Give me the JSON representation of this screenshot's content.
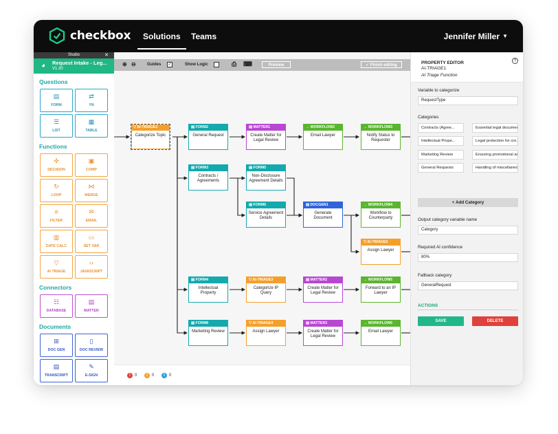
{
  "app": {
    "brand": "checkbox",
    "nav": [
      "Solutions",
      "Teams"
    ],
    "user": "Jennifer Miller"
  },
  "palette": {
    "studio_label": "Studio",
    "request_title": "Request Intake - Leg...",
    "request_version": "V1.30",
    "sections": {
      "questions": "Questions",
      "functions": "Functions",
      "connectors": "Connectors",
      "documents": "Documents"
    },
    "tiles": {
      "form": "FORM",
      "yn": "YN",
      "list": "LIST",
      "table": "TABLE",
      "decision": "DECISION",
      "comp": "COMP",
      "loop": "LOOP",
      "merge": "MERGE",
      "filter": "FILTER",
      "email": "EMAIL",
      "date_calc": "DATE CALC",
      "set_var": "SET VAR",
      "ai_triage": "AI TRIAGE",
      "javascript": "JAVASCRIPT",
      "database": "DATABASE",
      "matter": "MATTER",
      "doc_gen": "DOC GEN",
      "doc_review": "DOC REVIEW",
      "transcript": "TRANSCRIPT",
      "e_sign": "E-SIGN"
    }
  },
  "toolbar": {
    "guides": "Guides",
    "show_logic": "Show Logic",
    "preview": "Preview",
    "finish": "Finish editing"
  },
  "nodes": {
    "triage1": {
      "head": "AI-TRIAGE1",
      "body": "Categorize Topic"
    },
    "form2": {
      "head": "FORM2",
      "body": "General Request"
    },
    "matter1": {
      "head": "MATTER1",
      "body": "Create Matter for Legal Review"
    },
    "workflow2": {
      "head": "WORKFLOW2",
      "body": "Email Lawyer"
    },
    "workflow3": {
      "head": "WORKFLOW3",
      "body": "Notify Status to Requester"
    },
    "form3": {
      "head": "FORM3",
      "body": "Contracts / Agreements"
    },
    "form5": {
      "head": "FORM5",
      "body": "Non-Disclosure Agreement Details"
    },
    "form6": {
      "head": "FORM6",
      "body": "Service Agreement Details"
    },
    "docgen1": {
      "head": "DOCGEN1",
      "body": "Generate Document"
    },
    "workflow4": {
      "head": "WORKFLOW4",
      "body": "Workflow to Counterparty"
    },
    "triage2": {
      "head": "AI-TRIAGE2",
      "body": "Assign Lawyer"
    },
    "form4": {
      "head": "FORM4",
      "body": "Intellectual Property"
    },
    "triage3": {
      "head": "AI-TRIAGE3",
      "body": "Categorize IP Query"
    },
    "matter2": {
      "head": "MATTER2",
      "body": "Create Matter for Legal Review"
    },
    "workflow5a": {
      "head": "WORKFLOW5",
      "body": "Forward to an IP Lawyer"
    },
    "form8": {
      "head": "FORM8",
      "body": "Marketing Review"
    },
    "triage4": {
      "head": "AI-TRIAGE4",
      "body": "Assign Lawyer"
    },
    "matter3": {
      "head": "MATTER3",
      "body": "Create Matter for Legal Review"
    },
    "workflow5b": {
      "head": "WORKFLOW5",
      "body": "Email Lawyer"
    }
  },
  "status": {
    "errors": "0",
    "warnings": "0",
    "info": "0"
  },
  "editor": {
    "title": "PROPERTY EDITOR",
    "id": "AI-TRIAGE1",
    "function": "AI Triage Function",
    "var_label": "Variable to categorize",
    "var_value": "RequestType",
    "categories_label": "Categories",
    "categories": [
      "Contracts (Agree...",
      "Essential legal documen...",
      "Intellectual Prope...",
      "Legal protection for cre...",
      "Marketing Review",
      "Ensuring promotional ac...",
      "General Requests",
      "Handling of miscellaneo..."
    ],
    "add_category": "+ Add Category",
    "output_label": "Output category variable name",
    "output_value": "Category",
    "confidence_label": "Required AI confidence",
    "confidence_value": "80%",
    "fallback_label": "Fallback category",
    "fallback_value": "GeneralRequest",
    "actions_label": "ACTIONS",
    "save": "SAVE",
    "delete": "DELETE"
  }
}
